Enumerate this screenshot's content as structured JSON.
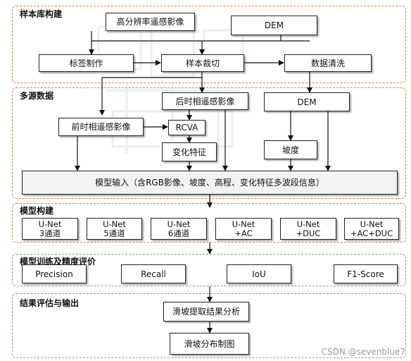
{
  "sections": {
    "sample_lib": "样本库构建",
    "multi_source": "多源数据",
    "model_build": "模型构建",
    "train_eval": "模型训练及精度评价",
    "result": "结果评估与输出"
  },
  "nodes": {
    "hr_rs": "高分辨率遥感影像",
    "dem_top": "DEM",
    "labeling": "标签制作",
    "sample_crop": "样本裁切",
    "data_clean": "数据清洗",
    "post_rs": "后时相遥感影像",
    "dem_mid": "DEM",
    "pre_rs": "前时相遥感影像",
    "rcva": "RCVA",
    "change_feat": "变化特征",
    "slope": "坡度",
    "model_input": "模型输入（含RGB影像、坡度、高程、变化特征多波段信息）"
  },
  "models": [
    {
      "line1": "U-Net",
      "line2": "3通道"
    },
    {
      "line1": "U-Net",
      "line2": "5通道"
    },
    {
      "line1": "U-Net",
      "line2": "6通道"
    },
    {
      "line1": "U-Net",
      "line2": "+AC"
    },
    {
      "line1": "U-Net",
      "line2": "+DUC"
    },
    {
      "line1": "U-Net",
      "line2": "+AC+DUC"
    }
  ],
  "metrics": [
    "Precision",
    "Recall",
    "IoU",
    "F1-Score"
  ],
  "outputs": {
    "analysis": "滑坡提取结果分析",
    "map": "滑坡分布制图"
  },
  "watermark": "CSDN @sevenblue7",
  "colors": {
    "orange_dash": "#d8854a",
    "green_dash": "#86a86e"
  }
}
